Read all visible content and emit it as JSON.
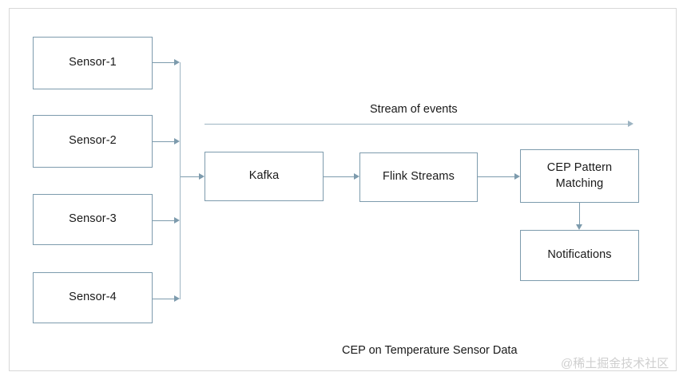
{
  "diagram": {
    "title_caption": "CEP on Temperature Sensor Data",
    "stream_label": "Stream of events",
    "watermark": "@稀土掘金技术社区",
    "colors": {
      "box_border": "#7d9bad",
      "connector": "#7d9bad",
      "bus": "#9fb6c4",
      "stream_arrow": "#9db4c2",
      "page_frame": "#d8d8d8",
      "background": "#ffffff",
      "text": "#1a1a1a",
      "watermark": "#cfcfcf"
    },
    "sensors": [
      {
        "label": "Sensor-1"
      },
      {
        "label": "Sensor-2"
      },
      {
        "label": "Sensor-3"
      },
      {
        "label": "Sensor-4"
      }
    ],
    "pipeline": [
      {
        "label": "Kafka"
      },
      {
        "label": "Flink Streams"
      },
      {
        "label": "CEP Pattern\nMatching"
      }
    ],
    "sink": {
      "label": "Notifications"
    }
  }
}
